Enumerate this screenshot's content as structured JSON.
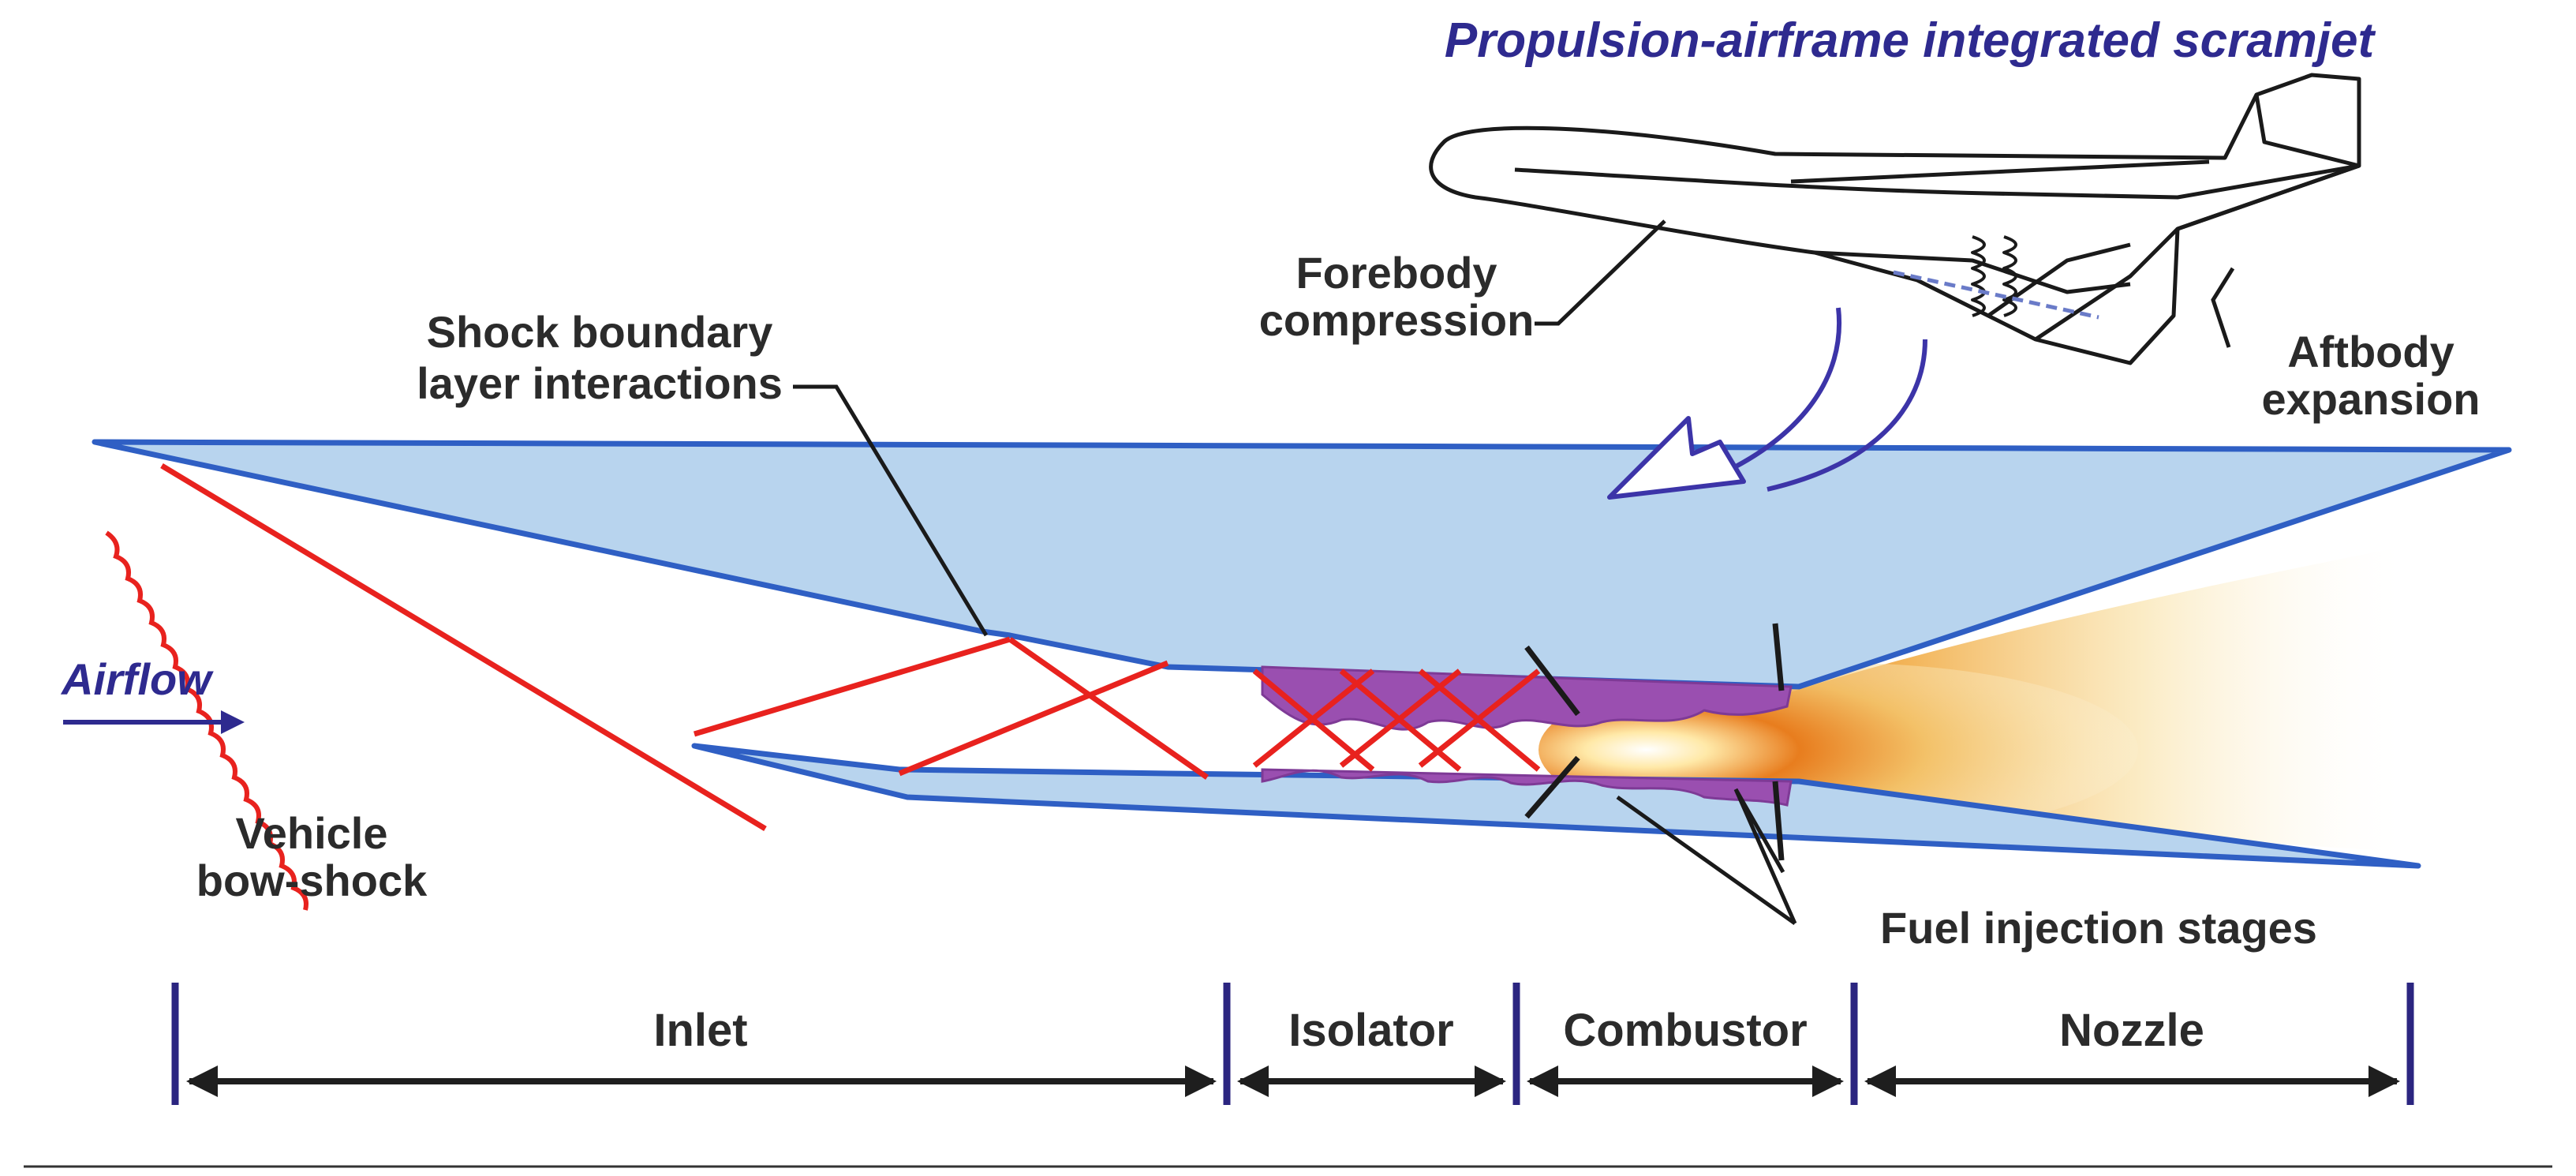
{
  "title": "Propulsion-airframe integrated scramjet",
  "labels": {
    "forebody_line1": "Forebody",
    "forebody_line2": "compression",
    "aftbody_line1": "Aftbody",
    "aftbody_line2": "expansion",
    "shock_line1": "Shock boundary",
    "shock_line2": "layer interactions",
    "airflow": "Airflow",
    "bowshock_line1": "Vehicle",
    "bowshock_line2": "bow-shock",
    "fuel": "Fuel injection stages"
  },
  "sections": [
    "Inlet",
    "Isolator",
    "Combustor",
    "Nozzle"
  ],
  "colors": {
    "title": "#2e2a8f",
    "airflow": "#2e2a8f",
    "body_fill": "#b8d4ee",
    "body_stroke": "#2f5fc4",
    "shock": "#e8221e",
    "combustion": "#9a4fb0",
    "marker": "#2b2580",
    "arrow": "#1e1e1e",
    "curve_arrow": "#3c34a8"
  },
  "icons": [
    "scramjet-vehicle-icon",
    "curved-arrow-icon",
    "airflow-arrow-icon"
  ]
}
